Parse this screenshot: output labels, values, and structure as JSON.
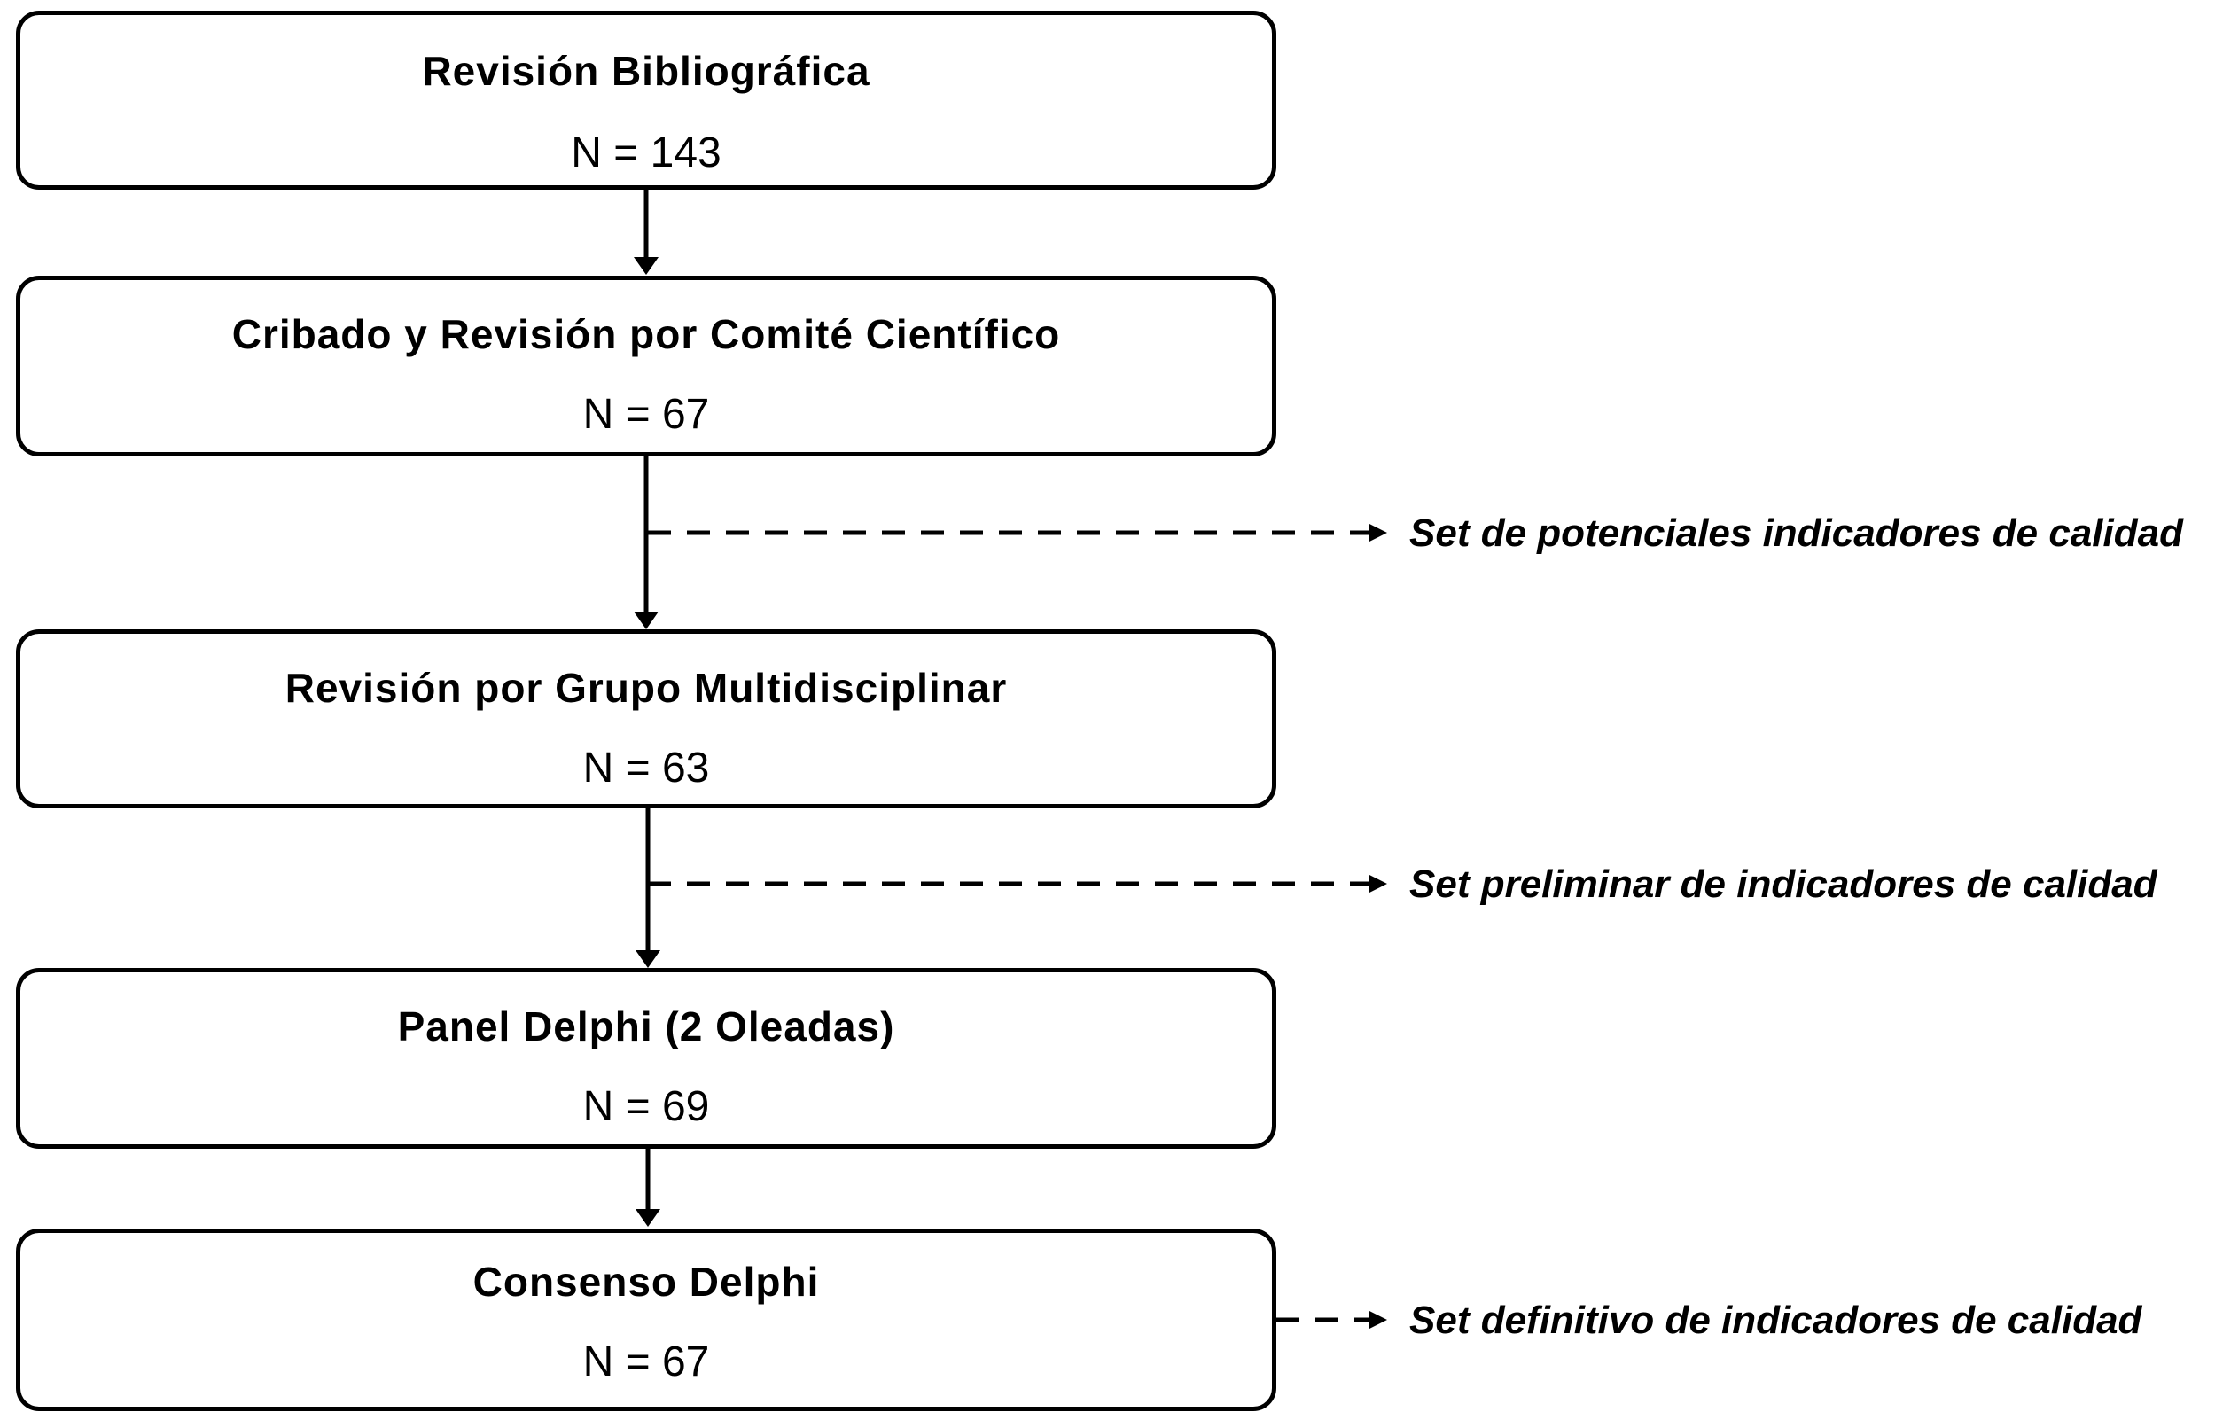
{
  "steps": [
    {
      "title": "Revisión Bibliográfica",
      "count": "N = 143"
    },
    {
      "title": "Cribado y Revisión por Comité Científico",
      "count": "N = 67"
    },
    {
      "title": "Revisión por Grupo Multidisciplinar",
      "count": "N = 63"
    },
    {
      "title": "Panel Delphi (2 Oleadas)",
      "count": "N = 69"
    },
    {
      "title": "Consenso Delphi",
      "count": "N = 67"
    }
  ],
  "outputs": [
    {
      "label": "Set de potenciales indicadores de calidad"
    },
    {
      "label": "Set preliminar de indicadores de calidad"
    },
    {
      "label": "Set definitivo de indicadores de calidad"
    }
  ],
  "colors": {
    "stroke": "#000000",
    "background": "#ffffff"
  }
}
